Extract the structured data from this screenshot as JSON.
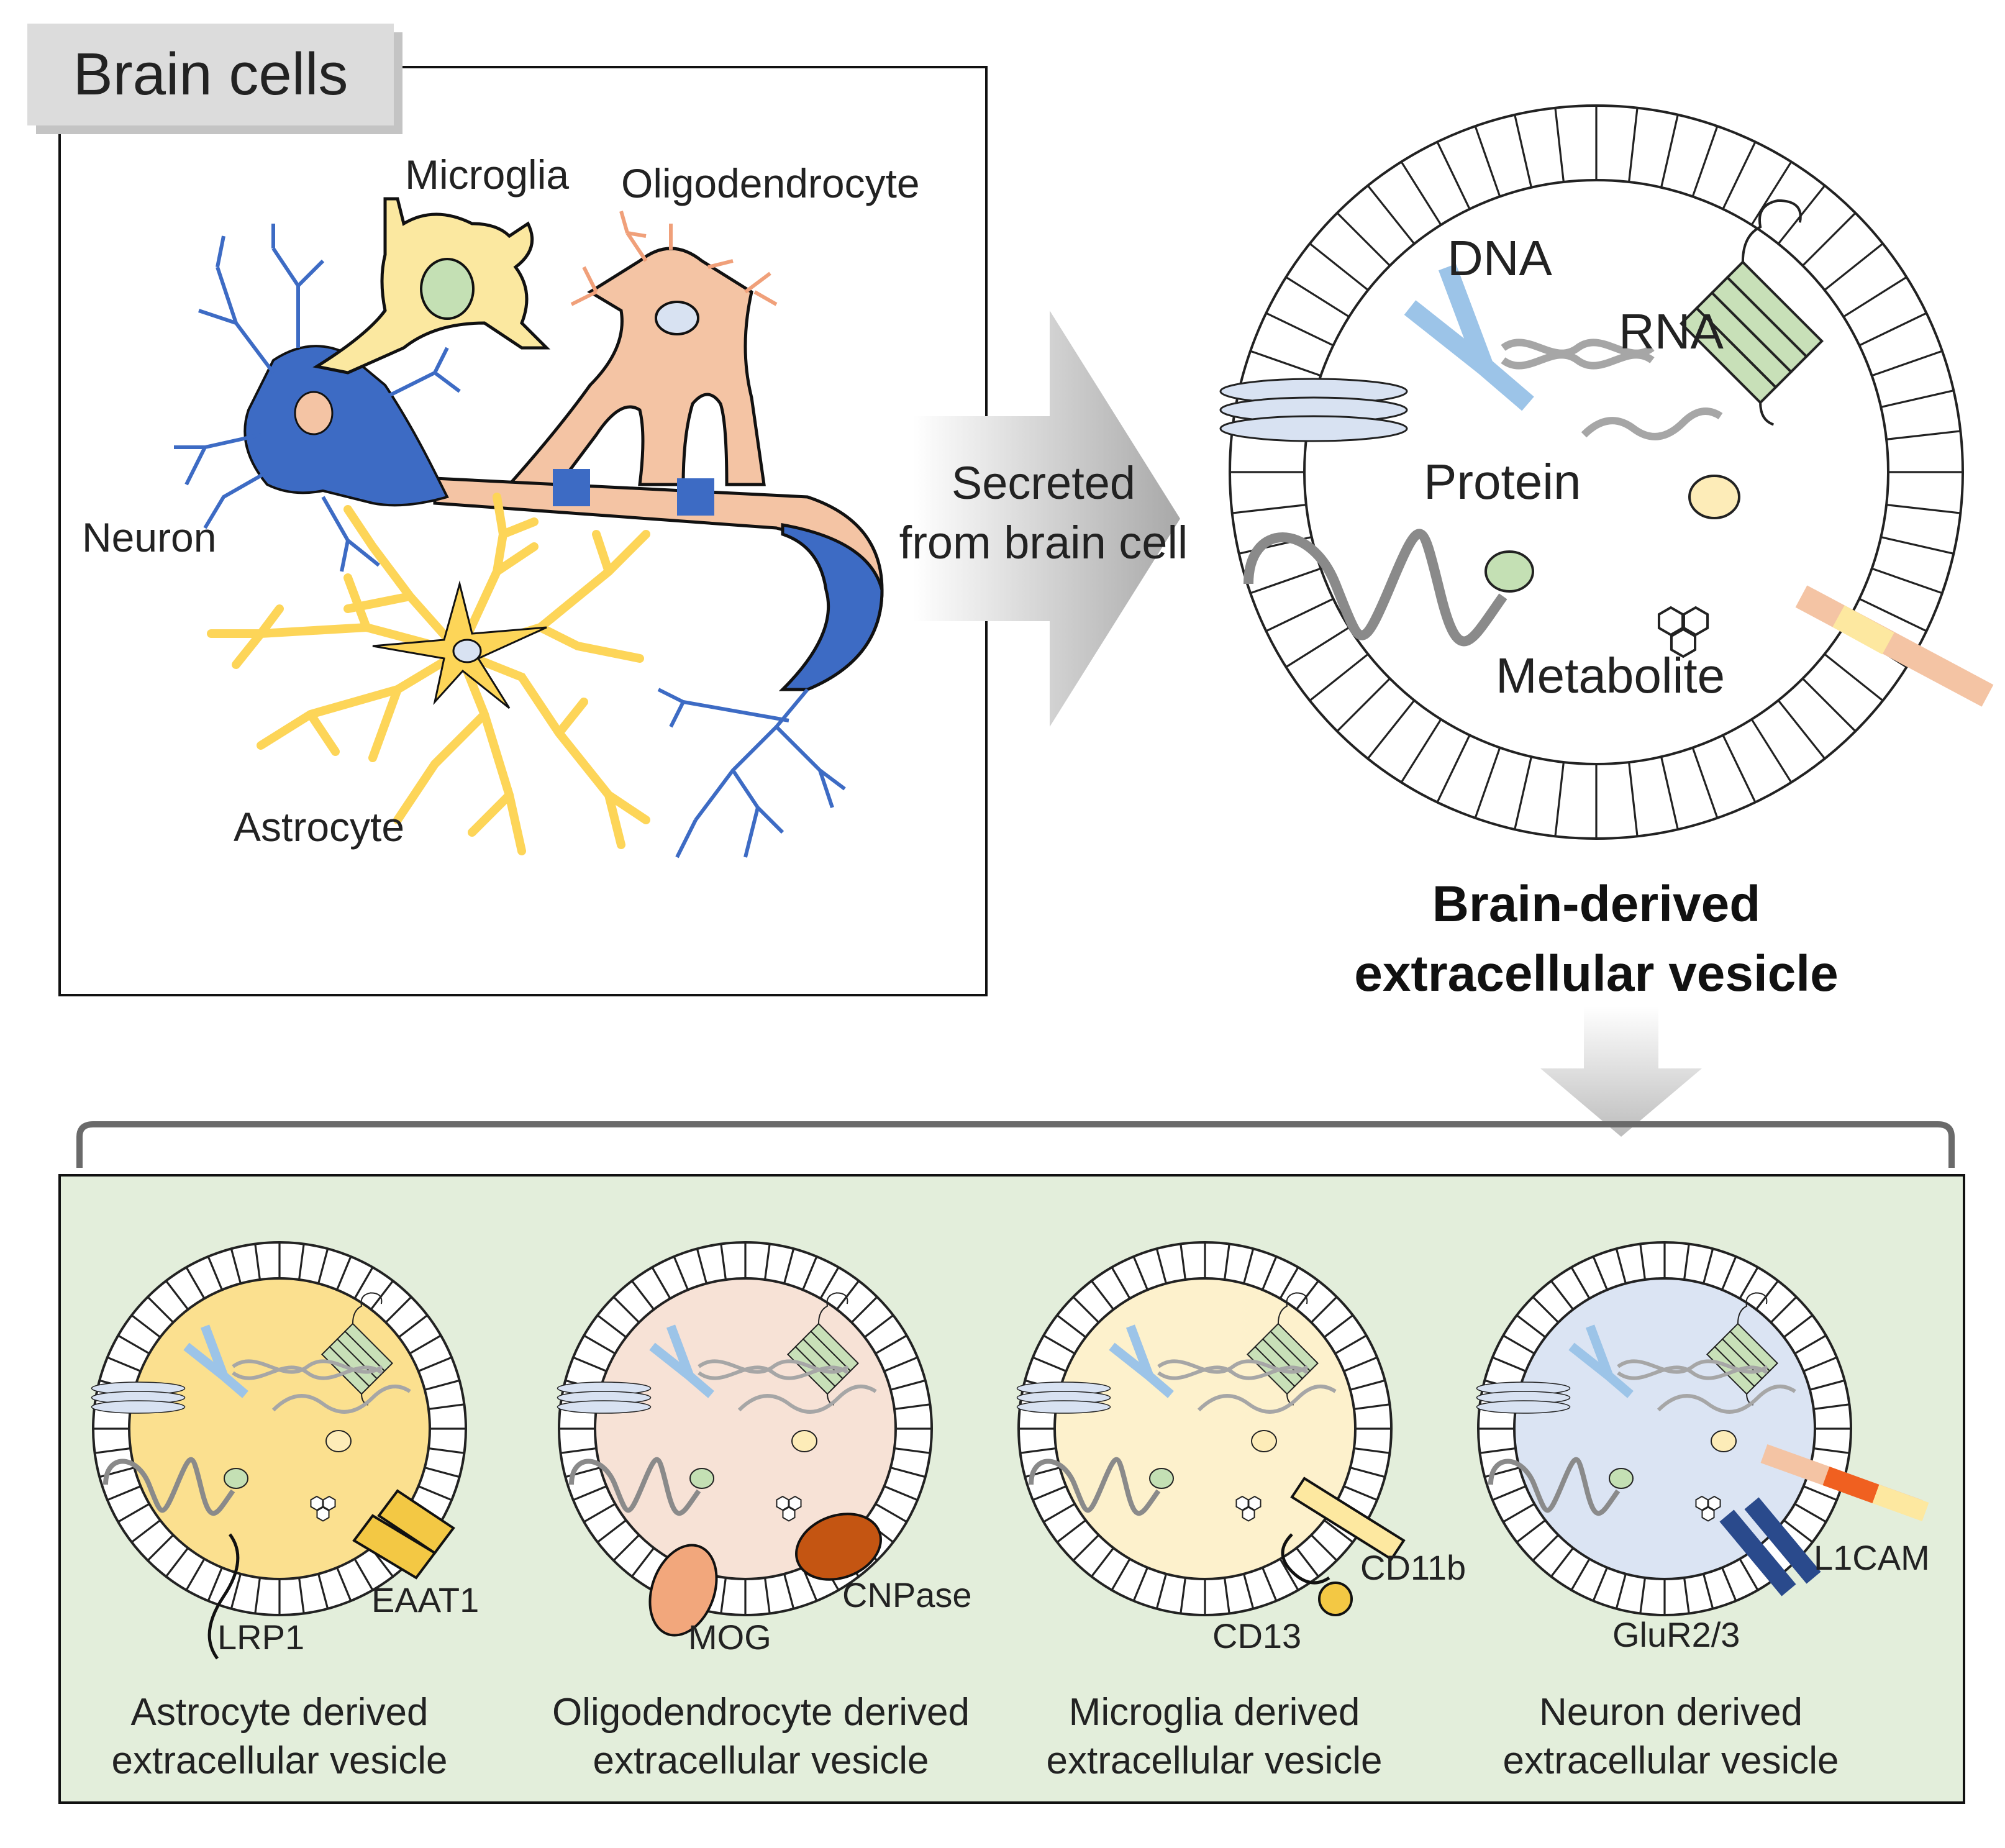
{
  "panel_title": "Brain cells",
  "cells": {
    "microglia": "Microglia",
    "oligodendrocyte": "Oligodendrocyte",
    "neuron": "Neuron",
    "astrocyte": "Astrocyte"
  },
  "arrow_text": [
    "Secreted",
    "from brain cell"
  ],
  "vesicle": {
    "title": [
      "Brain-derived",
      "extracellular vesicle"
    ],
    "contents": {
      "dna": "DNA",
      "rna": "RNA",
      "protein": "Protein",
      "metabolite": "Metabolite"
    }
  },
  "derived_vesicles": [
    {
      "caption": [
        "Astrocyte derived",
        "extracellular vesicle"
      ],
      "fill": "#fbe08f",
      "markers": [
        "LRP1",
        "EAAT1"
      ]
    },
    {
      "caption": [
        "Oligodendrocyte derived",
        "extracellular vesicle"
      ],
      "fill": "#f7e2d6",
      "markers": [
        "MOG",
        "CNPase"
      ]
    },
    {
      "caption": [
        "Microglia derived",
        "extracellular vesicle"
      ],
      "fill": "#fdf1cc",
      "markers": [
        "CD13",
        "CD11b"
      ]
    },
    {
      "caption": [
        "Neuron derived",
        "extracellular vesicle"
      ],
      "fill": "#dbe4f3",
      "markers": [
        "GluR2/3",
        "L1CAM"
      ]
    }
  ],
  "colors": {
    "neuron": "#3d6bc4",
    "astrocyte": "#fdd558",
    "microglia": "#fbe8a0",
    "oligodendrocyte": "#f4c4a4",
    "bottom_panel": "#e3eedb"
  }
}
